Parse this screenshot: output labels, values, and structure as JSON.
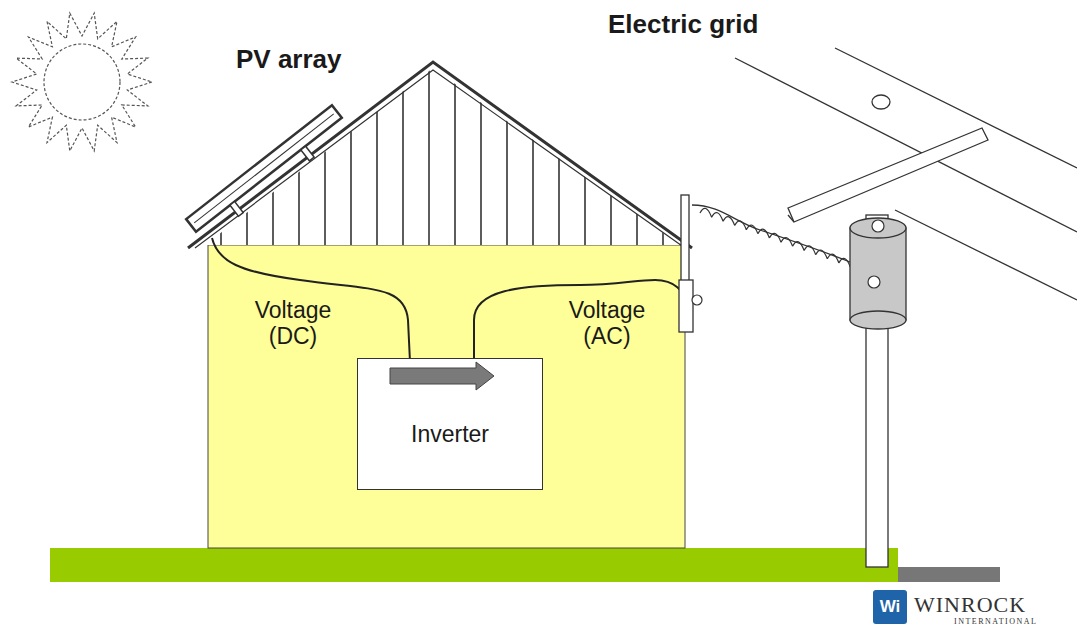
{
  "diagram": {
    "nodes": [
      {
        "text": [
          "Inverter"
        ]
      }
    ],
    "labels": [
      "PV array",
      "Electric grid",
      "Voltage (DC)",
      "Voltage (AC)",
      "Wi",
      "WINROCK",
      "INTERNATIONAL"
    ]
  }
}
